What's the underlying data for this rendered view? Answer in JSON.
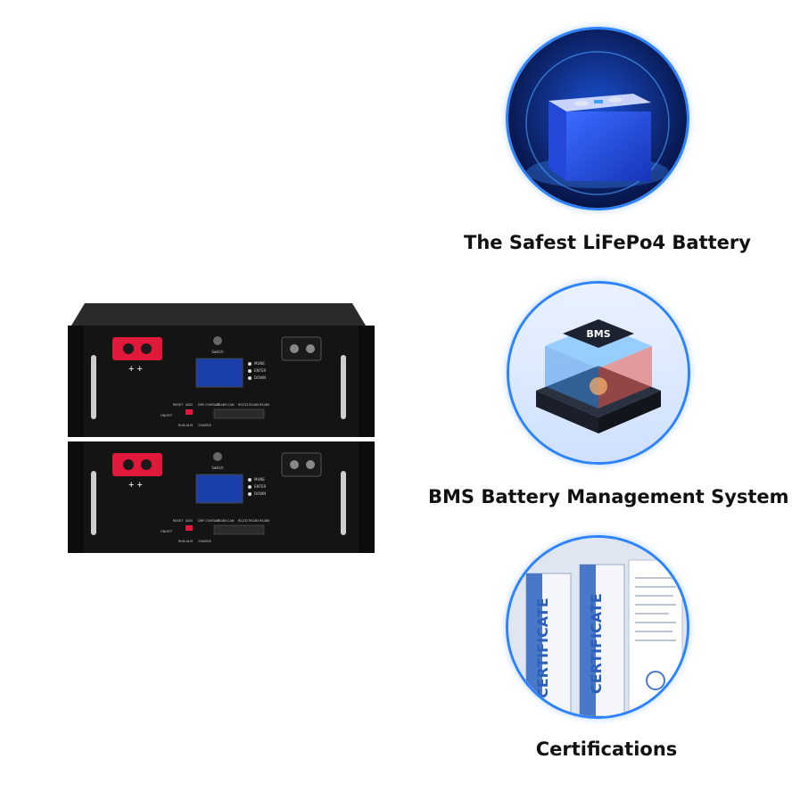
{
  "colors": {
    "accent_ring": "#2d83ff",
    "battery_case": "#111111",
    "terminal_red": "#e0193b",
    "lcd_blue": "#1b3fa8"
  },
  "battery_unit_top": {
    "switch_label": "Switch",
    "menu_labels": [
      "MUNE",
      "ENTER",
      "DOWN"
    ],
    "port_labels": [
      "RESET",
      "ADD",
      "DRY CONTACT",
      "RS485",
      "CAN",
      "RS232",
      "RS485",
      "RS485"
    ],
    "small_labels": [
      "ON/OFF",
      "RUN ALM",
      "CHARGE"
    ]
  },
  "battery_unit_bottom": {
    "switch_label": "Switch",
    "menu_labels": [
      "MUNE",
      "ENTER",
      "DOWN"
    ],
    "port_labels": [
      "RESET",
      "ADD",
      "DRY CONTACT",
      "RS485",
      "CAN",
      "RS232",
      "RS485",
      "RS485"
    ],
    "small_labels": [
      "ON/OFF",
      "RUN ALM",
      "CHARGE"
    ]
  },
  "features": [
    {
      "caption": "The Safest LiFePo4 Battery",
      "icon": "lifepo4-cell-icon"
    },
    {
      "caption": "BMS Battery Management System",
      "icon": "bms-chip-icon",
      "chip_text": "BMS"
    },
    {
      "caption": "Certifications",
      "icon": "certificate-icon",
      "cert_text": "CERTIFICATE"
    }
  ]
}
